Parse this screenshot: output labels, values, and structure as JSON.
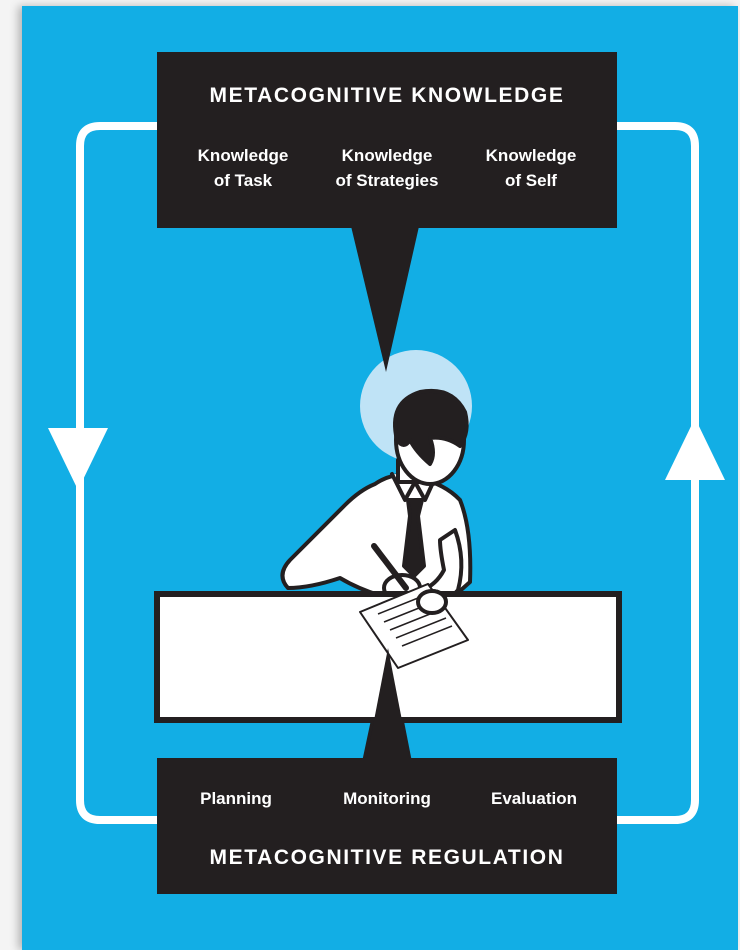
{
  "top_box": {
    "title": "METACOGNITIVE KNOWLEDGE",
    "items": [
      {
        "label": "Knowledge\nof Task"
      },
      {
        "label": "Knowledge\nof Strategies"
      },
      {
        "label": "Knowledge\nof Self"
      }
    ]
  },
  "bottom_box": {
    "title": "METACOGNITIVE REGULATION",
    "items": [
      {
        "label": "Planning"
      },
      {
        "label": "Monitoring"
      },
      {
        "label": "Evaluation"
      }
    ]
  },
  "colors": {
    "background": "#12aee5",
    "box": "#231f20",
    "text": "#ffffff",
    "halo": "#bfe3f6",
    "arrows": "#ffffff"
  },
  "icons": [
    "cycle-arrow-down-icon",
    "cycle-arrow-up-icon",
    "person-writing-illustration"
  ]
}
